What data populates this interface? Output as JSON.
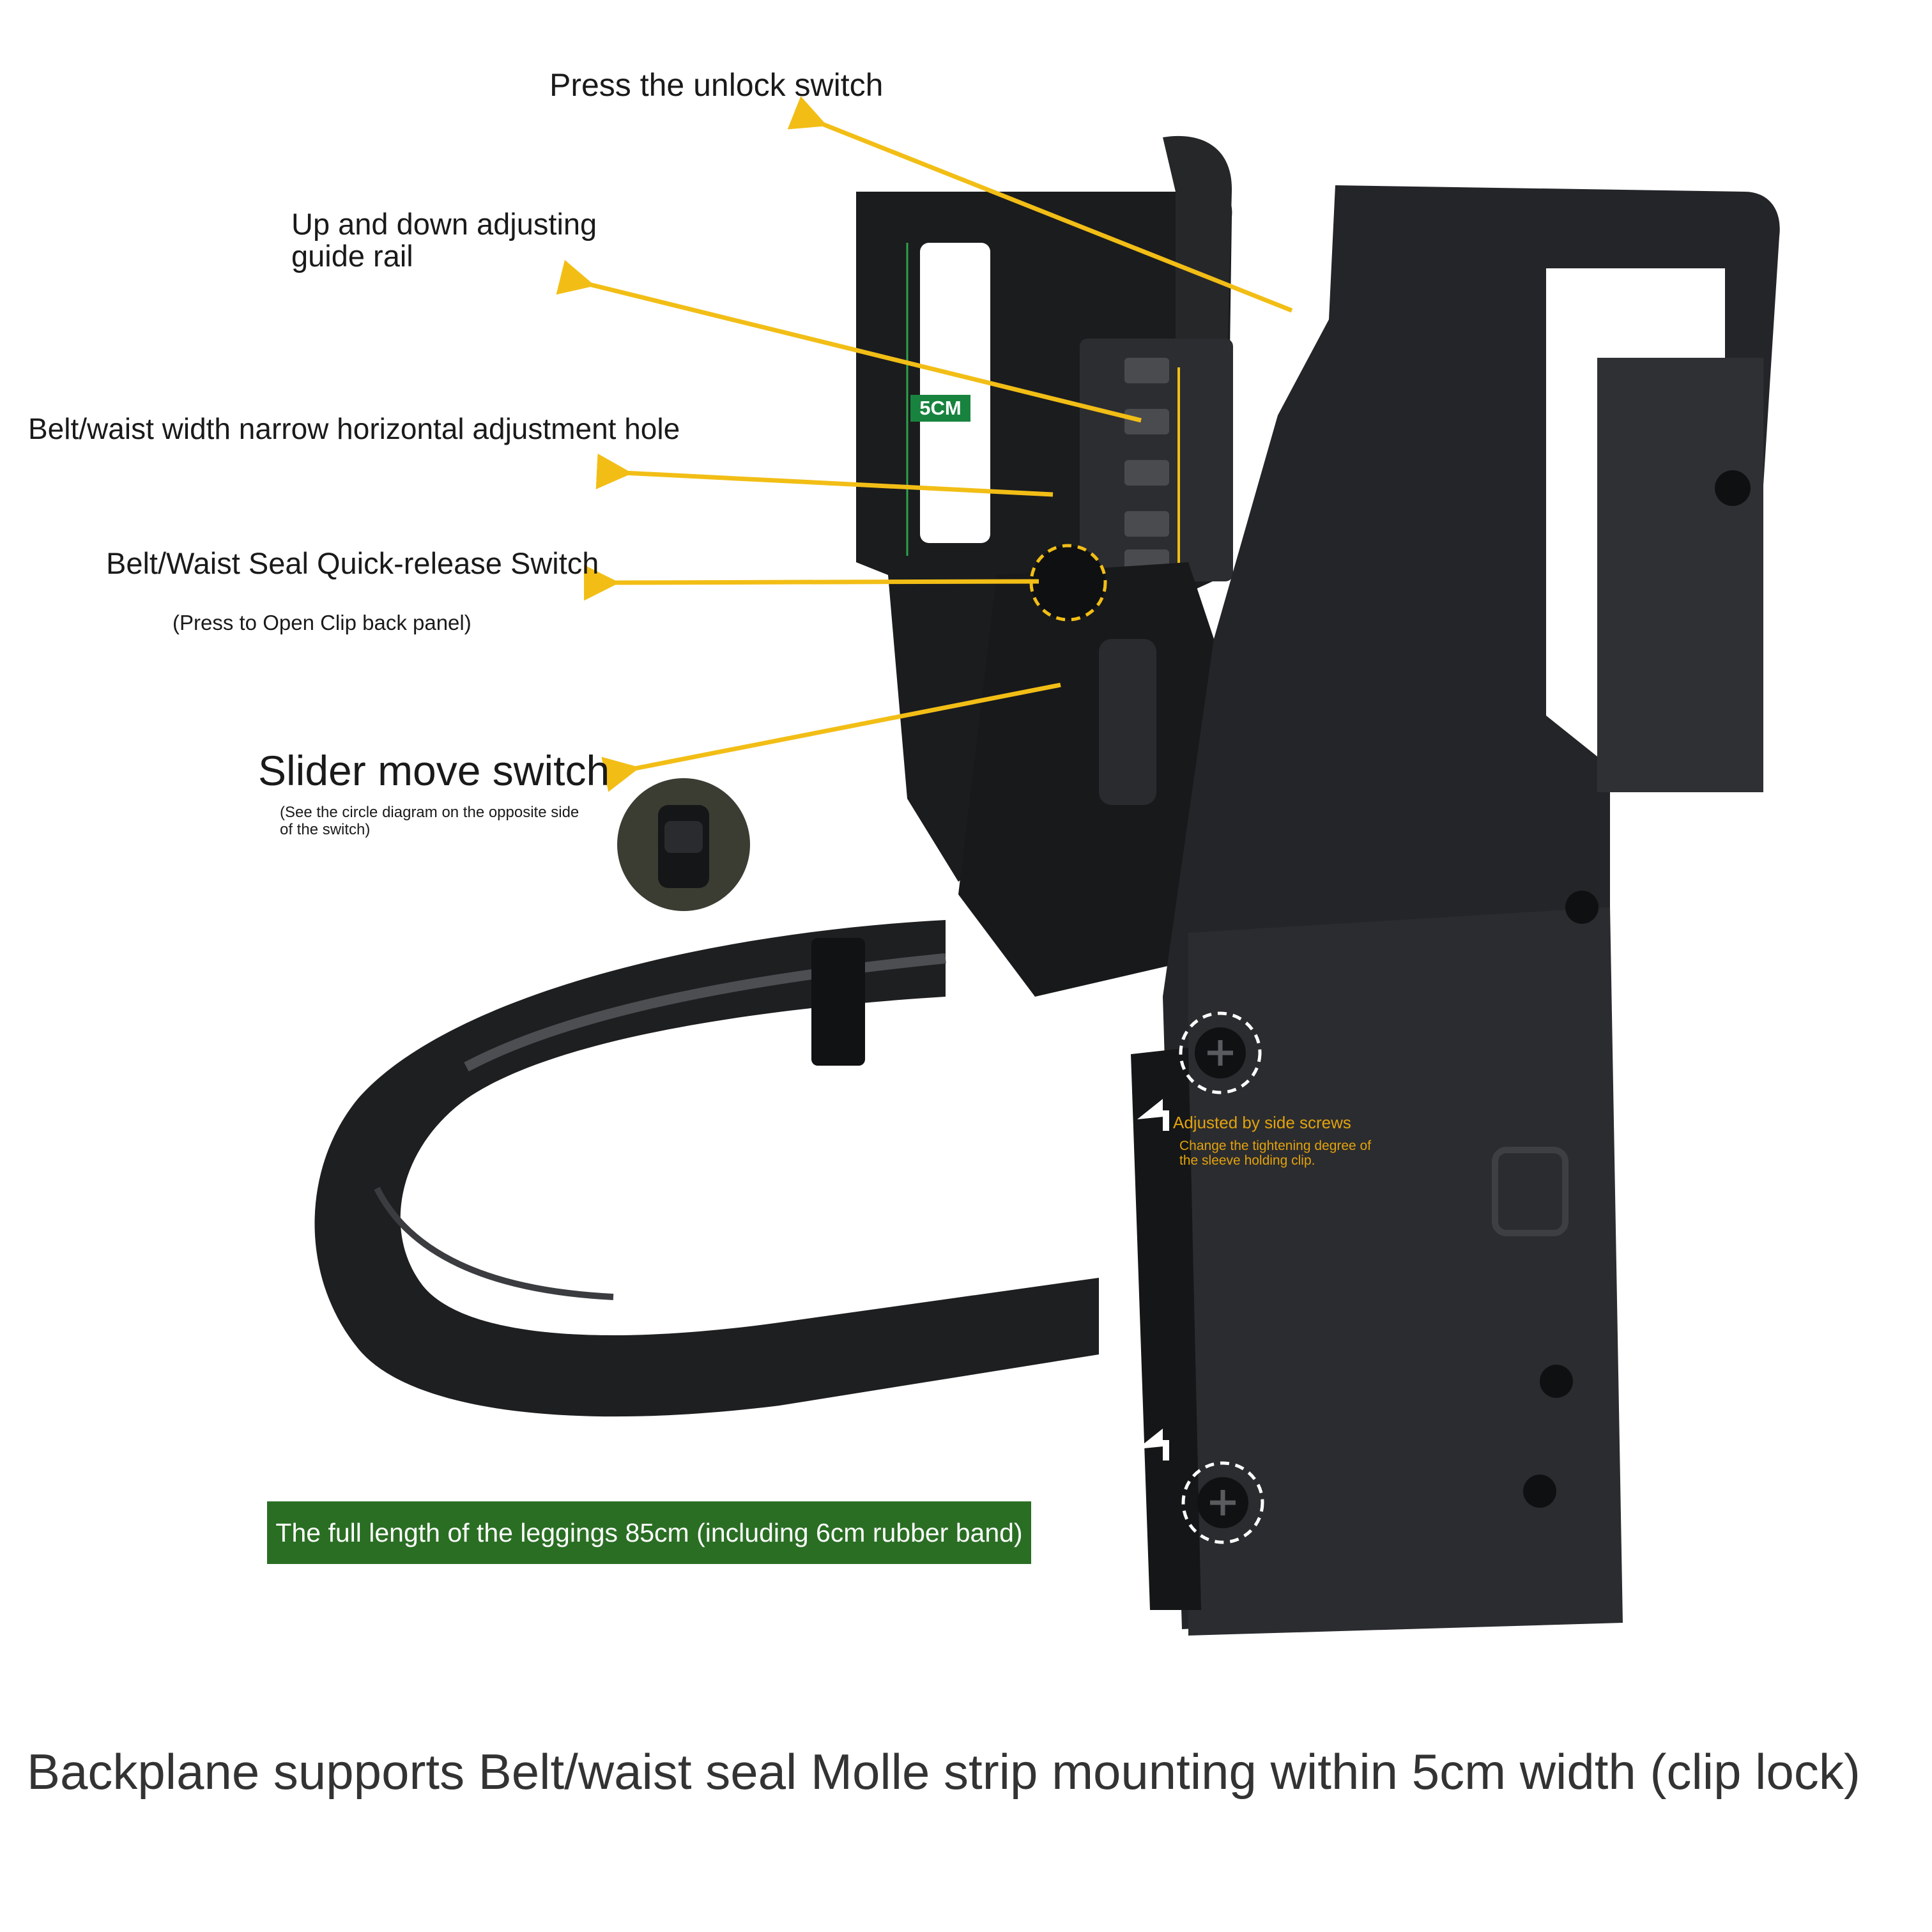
{
  "labels": {
    "unlock": "Press the unlock switch",
    "guide_rail": "Up and down adjusting guide rail",
    "adjust_hole": "Belt/waist width narrow horizontal adjustment hole",
    "quick_release": "Belt/Waist Seal Quick-release Switch",
    "quick_release_note": "(Press to Open Clip back panel)",
    "slider": "Slider move switch",
    "slider_note": "(See the circle diagram on the opposite side of the switch)",
    "side_screws": "Adjusted by side screws",
    "side_screws_note": "Change the tightening degree of the sleeve holding clip."
  },
  "badge": "5CM",
  "banner": "The full length of the leggings 85cm (including 6cm rubber band)",
  "caption": "Backplane supports Belt/waist seal Molle strip mounting within 5cm width (clip lock)",
  "colors": {
    "arrow": "#f2be16",
    "banner": "#2a6e24",
    "badge": "#18833f",
    "holster": "#202224",
    "side_text": "#e2a20c"
  }
}
